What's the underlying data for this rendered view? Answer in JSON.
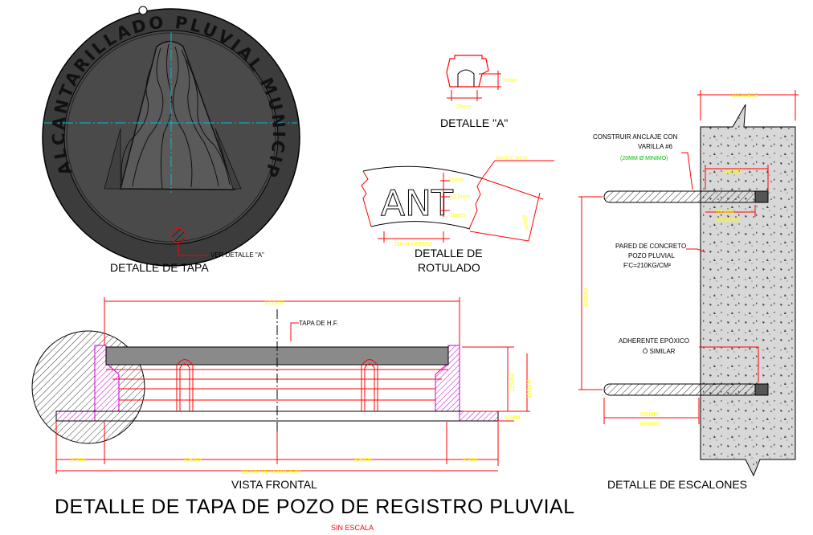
{
  "main_title": "DETALLE DE TAPA DE POZO DE REGISTRO PLUVIAL",
  "scale_note": "SIN ESCALA",
  "tapa": {
    "caption": "DETALLE DE TAPA",
    "emblem_text": "ALCANTARILLADO PLUVIAL MUNICIPAL",
    "callout": "VER DETALLE \"A\""
  },
  "detalle_a": {
    "caption": "DETALLE \"A\"",
    "dim_height": "8mm",
    "dim_width": "25mm"
  },
  "rotulado": {
    "caption_line1": "DETALLE DE",
    "caption_line2": "ROTULADO",
    "letters": "ANT",
    "radius": "R=301.5mm",
    "dim_a": "16mm",
    "dim_b": "12.5mm",
    "dim_c": "16mm",
    "dim_d": "56mm",
    "min_note": "18MM MINIMO"
  },
  "vista_frontal": {
    "caption": "VISTA FRONTAL",
    "lid_label": "TAPA DE H.F.",
    "dim_top": "612MM",
    "dim_h1": "115MM",
    "dim_h2": "136MM",
    "dim_h3": "12MM",
    "dim_left": "87MM",
    "dim_mid1": "306MM",
    "dim_mid2": "306MM",
    "dim_right": "87MM",
    "dim_diameter": "306MM DE DIAMETRO"
  },
  "escalones": {
    "caption": "DETALLE DE ESCALONES",
    "variable": "VARIABLE",
    "note_anclaje_1": "CONSTRUIR ANCLAJE CON",
    "note_anclaje_2": "VARILLA #6",
    "note_anclaje_3": "(20MM Ø MINIMO)",
    "dim_145": "145MM",
    "dim_100": "100MM",
    "dim_100_min": "(MINIMO)",
    "note_pared_1": "PARED DE CONCRETO",
    "note_pared_2": "POZO PLUVIAL",
    "note_pared_3": "F'C=210KG/CM²",
    "dim_vertical": "400MM",
    "note_epoxico_1": "ADHERENTE EPÓXICO",
    "note_epoxico_2": "Ó SIMILAR",
    "dim_200": "200MM",
    "dim_200_min": "MINIMO"
  }
}
